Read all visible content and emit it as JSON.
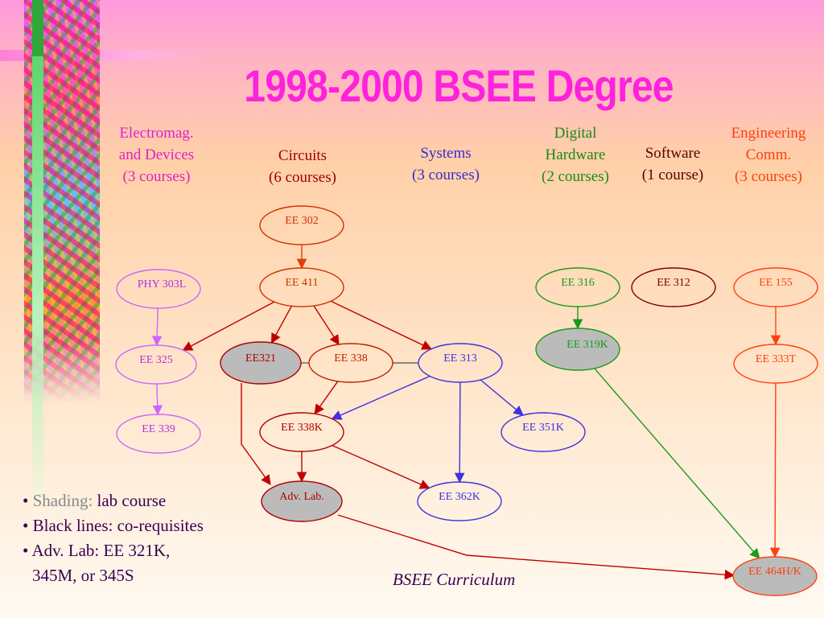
{
  "title": "1998-2000 BSEE Degree",
  "headers": [
    {
      "id": "em",
      "lines": [
        "Electromag.",
        "and Devices",
        "(3 courses)"
      ],
      "color": "#e020c8"
    },
    {
      "id": "circuits",
      "lines": [
        "Circuits",
        "(6 courses)"
      ],
      "color": "#a00000"
    },
    {
      "id": "systems",
      "lines": [
        "Systems",
        "(3 courses)"
      ],
      "color": "#3a2ad0"
    },
    {
      "id": "digital",
      "lines": [
        "Digital",
        "Hardware",
        "(2 courses)"
      ],
      "color": "#1a8a1a"
    },
    {
      "id": "software",
      "lines": [
        "Software",
        "(1 course)"
      ],
      "color": "#5a0000"
    },
    {
      "id": "engcomm",
      "lines": [
        "Engineering",
        "Comm.",
        "(3 courses)"
      ],
      "color": "#ff4010"
    }
  ],
  "nodes": [
    {
      "id": "ee302",
      "label": "EE 302",
      "color": "#d03000",
      "fill": "none",
      "lab": false
    },
    {
      "id": "ee411",
      "label": "EE 411",
      "color": "#d03000",
      "fill": "none",
      "lab": false
    },
    {
      "id": "phy303l",
      "label": "PHY 303L",
      "color": "#cc66ff",
      "fill": "none",
      "lab": false
    },
    {
      "id": "ee325",
      "label": "EE 325",
      "color": "#cc66ff",
      "fill": "none",
      "lab": false
    },
    {
      "id": "ee339",
      "label": "EE 339",
      "color": "#cc66ff",
      "fill": "none",
      "lab": false
    },
    {
      "id": "ee321",
      "label": "EE321",
      "color": "#b00000",
      "fill": "#bbbbbb",
      "lab": true
    },
    {
      "id": "ee338",
      "label": "EE 338",
      "color": "#c02000",
      "fill": "none",
      "lab": false
    },
    {
      "id": "ee313",
      "label": "EE 313",
      "color": "#4030e0",
      "fill": "none",
      "lab": false
    },
    {
      "id": "ee338k",
      "label": "EE 338K",
      "color": "#b00000",
      "fill": "none",
      "lab": false
    },
    {
      "id": "ee351k",
      "label": "EE 351K",
      "color": "#4030e0",
      "fill": "none",
      "lab": false
    },
    {
      "id": "advlab",
      "label": "Adv. Lab.",
      "color": "#b00000",
      "fill": "#bbbbbb",
      "lab": true
    },
    {
      "id": "ee362k",
      "label": "EE 362K",
      "color": "#4030e0",
      "fill": "none",
      "lab": false
    },
    {
      "id": "ee316",
      "label": "EE 316",
      "color": "#1a9a1a",
      "fill": "none",
      "lab": false
    },
    {
      "id": "ee319k",
      "label": "EE 319K",
      "color": "#1a9a1a",
      "fill": "#bbbbbb",
      "lab": true
    },
    {
      "id": "ee312",
      "label": "EE 312",
      "color": "#800000",
      "fill": "none",
      "lab": false
    },
    {
      "id": "ee155",
      "label": "EE 155",
      "color": "#ff4010",
      "fill": "none",
      "lab": false
    },
    {
      "id": "ee333t",
      "label": "EE 333T",
      "color": "#ff4010",
      "fill": "none",
      "lab": false
    },
    {
      "id": "ee464hk",
      "label": "EE 464H/K",
      "color": "#ff4010",
      "fill": "#bbbbbb",
      "lab": true
    }
  ],
  "edges": [
    {
      "from": "ee302",
      "to": "ee411",
      "color": "#e04000",
      "type": "prereq"
    },
    {
      "from": "ee411",
      "to": "ee325",
      "color": "#c00000",
      "type": "prereq"
    },
    {
      "from": "ee411",
      "to": "ee321",
      "color": "#c00000",
      "type": "prereq"
    },
    {
      "from": "ee411",
      "to": "ee338",
      "color": "#c00000",
      "type": "prereq"
    },
    {
      "from": "ee411",
      "to": "ee313",
      "color": "#c00000",
      "type": "prereq"
    },
    {
      "from": "phy303l",
      "to": "ee325",
      "color": "#cc66ff",
      "type": "prereq"
    },
    {
      "from": "ee325",
      "to": "ee339",
      "color": "#cc66ff",
      "type": "prereq"
    },
    {
      "from": "ee321",
      "to": "ee338",
      "color": "#666666",
      "type": "coreq"
    },
    {
      "from": "ee338",
      "to": "ee313",
      "color": "#666666",
      "type": "coreq"
    },
    {
      "from": "ee338",
      "to": "ee338k",
      "color": "#c00000",
      "type": "prereq"
    },
    {
      "from": "ee313",
      "to": "ee338k",
      "color": "#4030e0",
      "type": "prereq"
    },
    {
      "from": "ee313",
      "to": "ee362k",
      "color": "#4030e0",
      "type": "prereq"
    },
    {
      "from": "ee313",
      "to": "ee351k",
      "color": "#4030e0",
      "type": "prereq"
    },
    {
      "from": "ee321",
      "to": "advlab",
      "color": "#c00000",
      "type": "prereq"
    },
    {
      "from": "ee338k",
      "to": "advlab",
      "color": "#c00000",
      "type": "prereq"
    },
    {
      "from": "ee338k",
      "to": "ee362k",
      "color": "#c00000",
      "type": "prereq"
    },
    {
      "from": "advlab",
      "to": "ee464hk",
      "color": "#c00000",
      "type": "prereq"
    },
    {
      "from": "ee316",
      "to": "ee319k",
      "color": "#1a9a1a",
      "type": "prereq"
    },
    {
      "from": "ee319k",
      "to": "ee464hk",
      "color": "#1a9a1a",
      "type": "prereq"
    },
    {
      "from": "ee155",
      "to": "ee333t",
      "color": "#ff4010",
      "type": "prereq"
    },
    {
      "from": "ee333t",
      "to": "ee464hk",
      "color": "#ff4010",
      "type": "prereq"
    }
  ],
  "legend": {
    "shading_label": "Shading:",
    "shading_text": "lab course",
    "black_lines": "Black lines: co-requisites",
    "adv_lab_1": "Adv. Lab: EE 321K,",
    "adv_lab_2": "345M, or 345S",
    "bullet": "•"
  },
  "caption": "BSEE Curriculum"
}
